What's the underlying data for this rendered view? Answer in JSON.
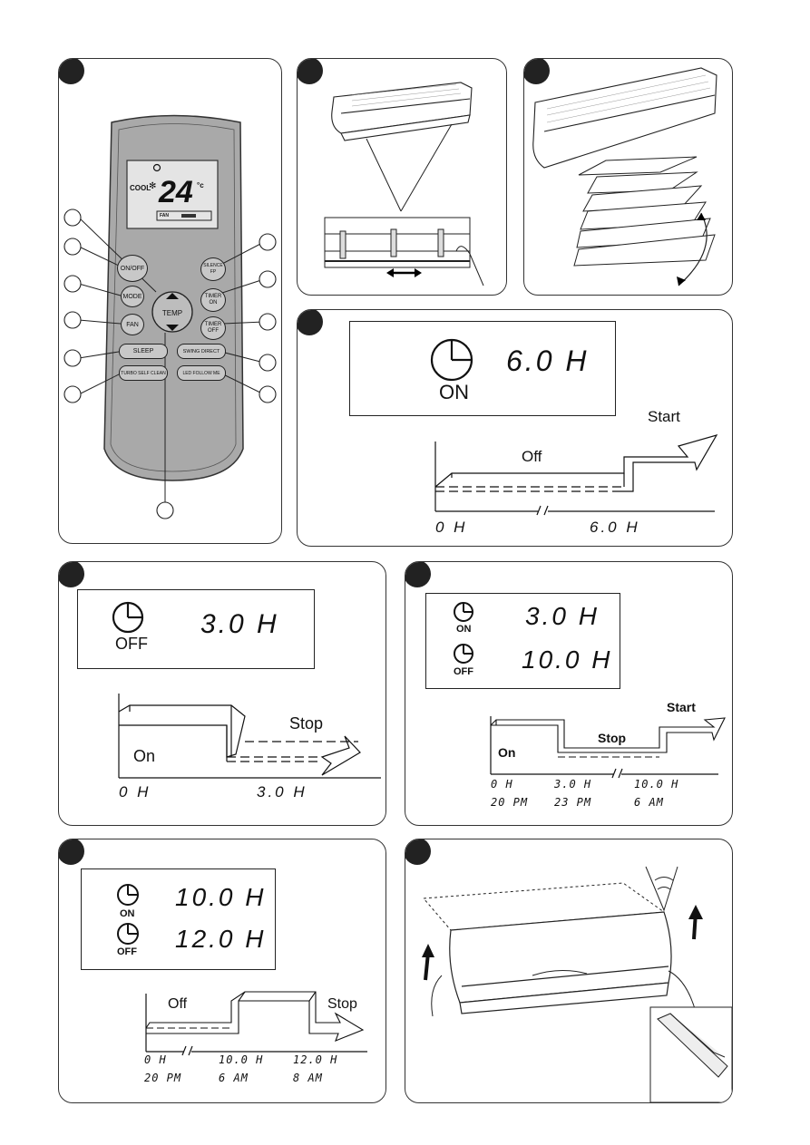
{
  "remote": {
    "mode_label": "COOL",
    "temp_value": "24",
    "temp_unit": "°c",
    "fan_label": "FAN",
    "buttons": {
      "on_off": "ON/OFF",
      "mode": "MODE",
      "fan": "FAN",
      "temp": "TEMP",
      "silence": "SILENCE",
      "silence_sub": "FP",
      "timer_on": "TIMER",
      "timer_on_sub": "ON",
      "timer_off": "TIMER",
      "timer_off_sub": "OFF",
      "sleep": "SLEEP",
      "swing": "SWING DIRECT",
      "turbo": "TURBO SELF CLEAN",
      "led": "LED FOLLOW ME"
    }
  },
  "timer_on_example": {
    "icon_label": "ON",
    "display": "6.0 H",
    "state_off": "Off",
    "state_start": "Start",
    "axis_start": "0 H",
    "axis_end": "6.0 H"
  },
  "timer_off_example": {
    "icon_label": "OFF",
    "display": "3.0 H",
    "state_on": "On",
    "state_stop": "Stop",
    "axis_start": "0 H",
    "axis_end": "3.0 H"
  },
  "timer_on_off_example": {
    "on_label": "ON",
    "off_label": "OFF",
    "on_display": "3.0 H",
    "off_display": "10.0 H",
    "state_on": "On",
    "state_stop": "Stop",
    "state_start": "Start",
    "ticks": [
      {
        "h": "0 H",
        "clock": "20 PM"
      },
      {
        "h": "3.0 H",
        "clock": "23 PM"
      },
      {
        "h": "10.0 H",
        "clock": "6 AM"
      }
    ]
  },
  "timer_off_on_example": {
    "on_label": "ON",
    "off_label": "OFF",
    "on_display": "10.0 H",
    "off_display": "12.0 H",
    "state_off": "Off",
    "state_stop": "Stop",
    "ticks": [
      {
        "h": "0 H",
        "clock": "20 PM"
      },
      {
        "h": "10.0 H",
        "clock": "6 AM"
      },
      {
        "h": "12.0 H",
        "clock": "8 AM"
      }
    ]
  }
}
